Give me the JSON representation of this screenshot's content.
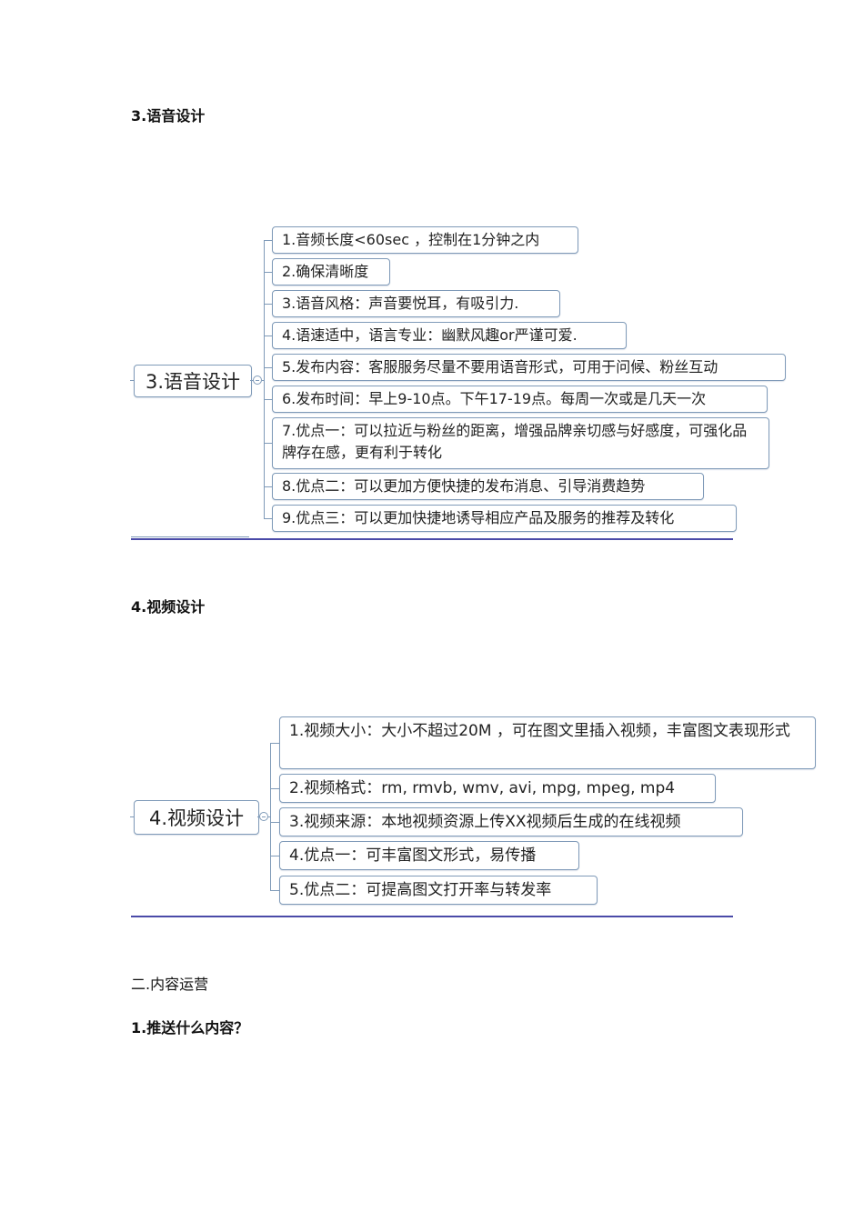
{
  "sections": {
    "voice": {
      "heading": "3.语音设计",
      "mindmap": {
        "root_label": "3.语音设计",
        "items": [
          "1.音频长度<60sec ，控制在1分钟之内",
          "2.确保清晰度",
          "3.语音风格：声音要悦耳，有吸引力.",
          "4.语速适中，语言专业：幽默风趣or严谨可爱.",
          "5.发布内容：客服服务尽量不要用语音形式，可用于问候、粉丝互动",
          "6.发布时间：早上9-10点。下午17-19点。每周一次或是几天一次",
          "7.优点一：可以拉近与粉丝的距离，增强品牌亲切感与好感度，可强化品牌存在感，更有利于转化",
          "8.优点二：可以更加方便快捷的发布消息、引导消费趋势",
          "9.优点三：可以更加快捷地诱导相应产品及服务的推荐及转化"
        ]
      }
    },
    "video": {
      "heading": "4.视频设计",
      "mindmap": {
        "root_label": "4.视频设计",
        "items": [
          "1.视频大小：大小不超过20M ，可在图文里插入视频，丰富图文表现形式",
          "2.视频格式：rm, rmvb, wmv, avi, mpg, mpeg, mp4",
          "3.视频来源：本地视频资源上传XX视频后生成的在线视频",
          "4.优点一：可丰富图文形式，易传播",
          "5.优点二：可提高图文打开率与转发率"
        ]
      }
    },
    "content_ops": {
      "heading": "二.内容运营",
      "subheading": "1.推送什么内容？"
    }
  },
  "colors": {
    "box_border": "#7f9ab8",
    "rule": "#4a4aa8",
    "text": "#222222"
  }
}
